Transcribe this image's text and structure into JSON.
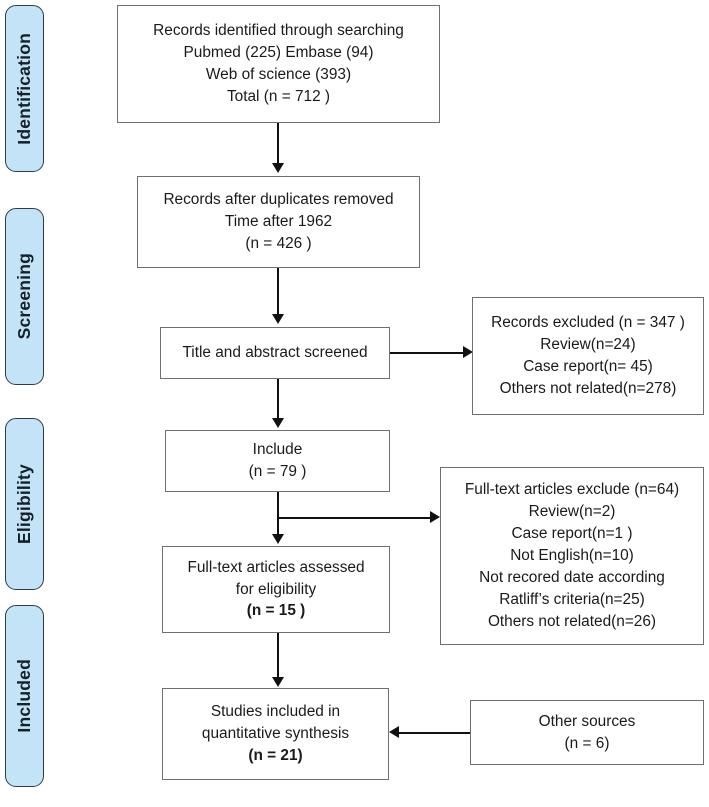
{
  "diagram": {
    "type": "prisma-flow-diagram",
    "colors": {
      "stage_fill": "#c3e4f7",
      "stage_border": "#2f3b46",
      "node_border": "#6f6f6f",
      "connector": "#111111",
      "background": "#ffffff",
      "text": "#1a1a1a"
    }
  },
  "stages": [
    {
      "id": "identification",
      "label": "Identification"
    },
    {
      "id": "screening",
      "label": "Screening"
    },
    {
      "id": "eligibility",
      "label": "Eligibility"
    },
    {
      "id": "included",
      "label": "Included"
    }
  ],
  "nodes": {
    "records_identified": {
      "lines": [
        "Records identified through searching",
        "Pubmed (225)     Embase (94)",
        "Web of science (393)",
        "Total (n = 712 )"
      ]
    },
    "duplicates_removed": {
      "lines": [
        "Records after duplicates removed",
        "Time after 1962",
        "(n = 426 )"
      ]
    },
    "title_abstract_screened": {
      "lines": [
        "Title and abstract screened"
      ]
    },
    "records_excluded": {
      "lines": [
        "Records excluded (n = 347 )",
        "Review(n=24)",
        "Case report(n= 45)",
        "Others not related(n=278)"
      ]
    },
    "include": {
      "lines": [
        "Include",
        "(n = 79 )"
      ]
    },
    "fulltext_excluded": {
      "lines": [
        "Full-text articles exclude (n=64)",
        "Review(n=2)",
        "Case report(n=1 )",
        "Not English(n=10)",
        "Not recored date according",
        "Ratliff’s criteria(n=25)",
        "Others not related(n=26)"
      ]
    },
    "fulltext_assessed": {
      "lines": [
        "Full-text articles assessed",
        "for eligibility",
        "(n = 15 )"
      ],
      "bold_lines": [
        2
      ]
    },
    "studies_included": {
      "lines": [
        "Studies included in",
        "quantitative synthesis",
        "(n = 21)"
      ],
      "bold_lines": [
        2
      ]
    },
    "other_sources": {
      "lines": [
        "Other sources",
        "(n = 6)"
      ]
    }
  }
}
